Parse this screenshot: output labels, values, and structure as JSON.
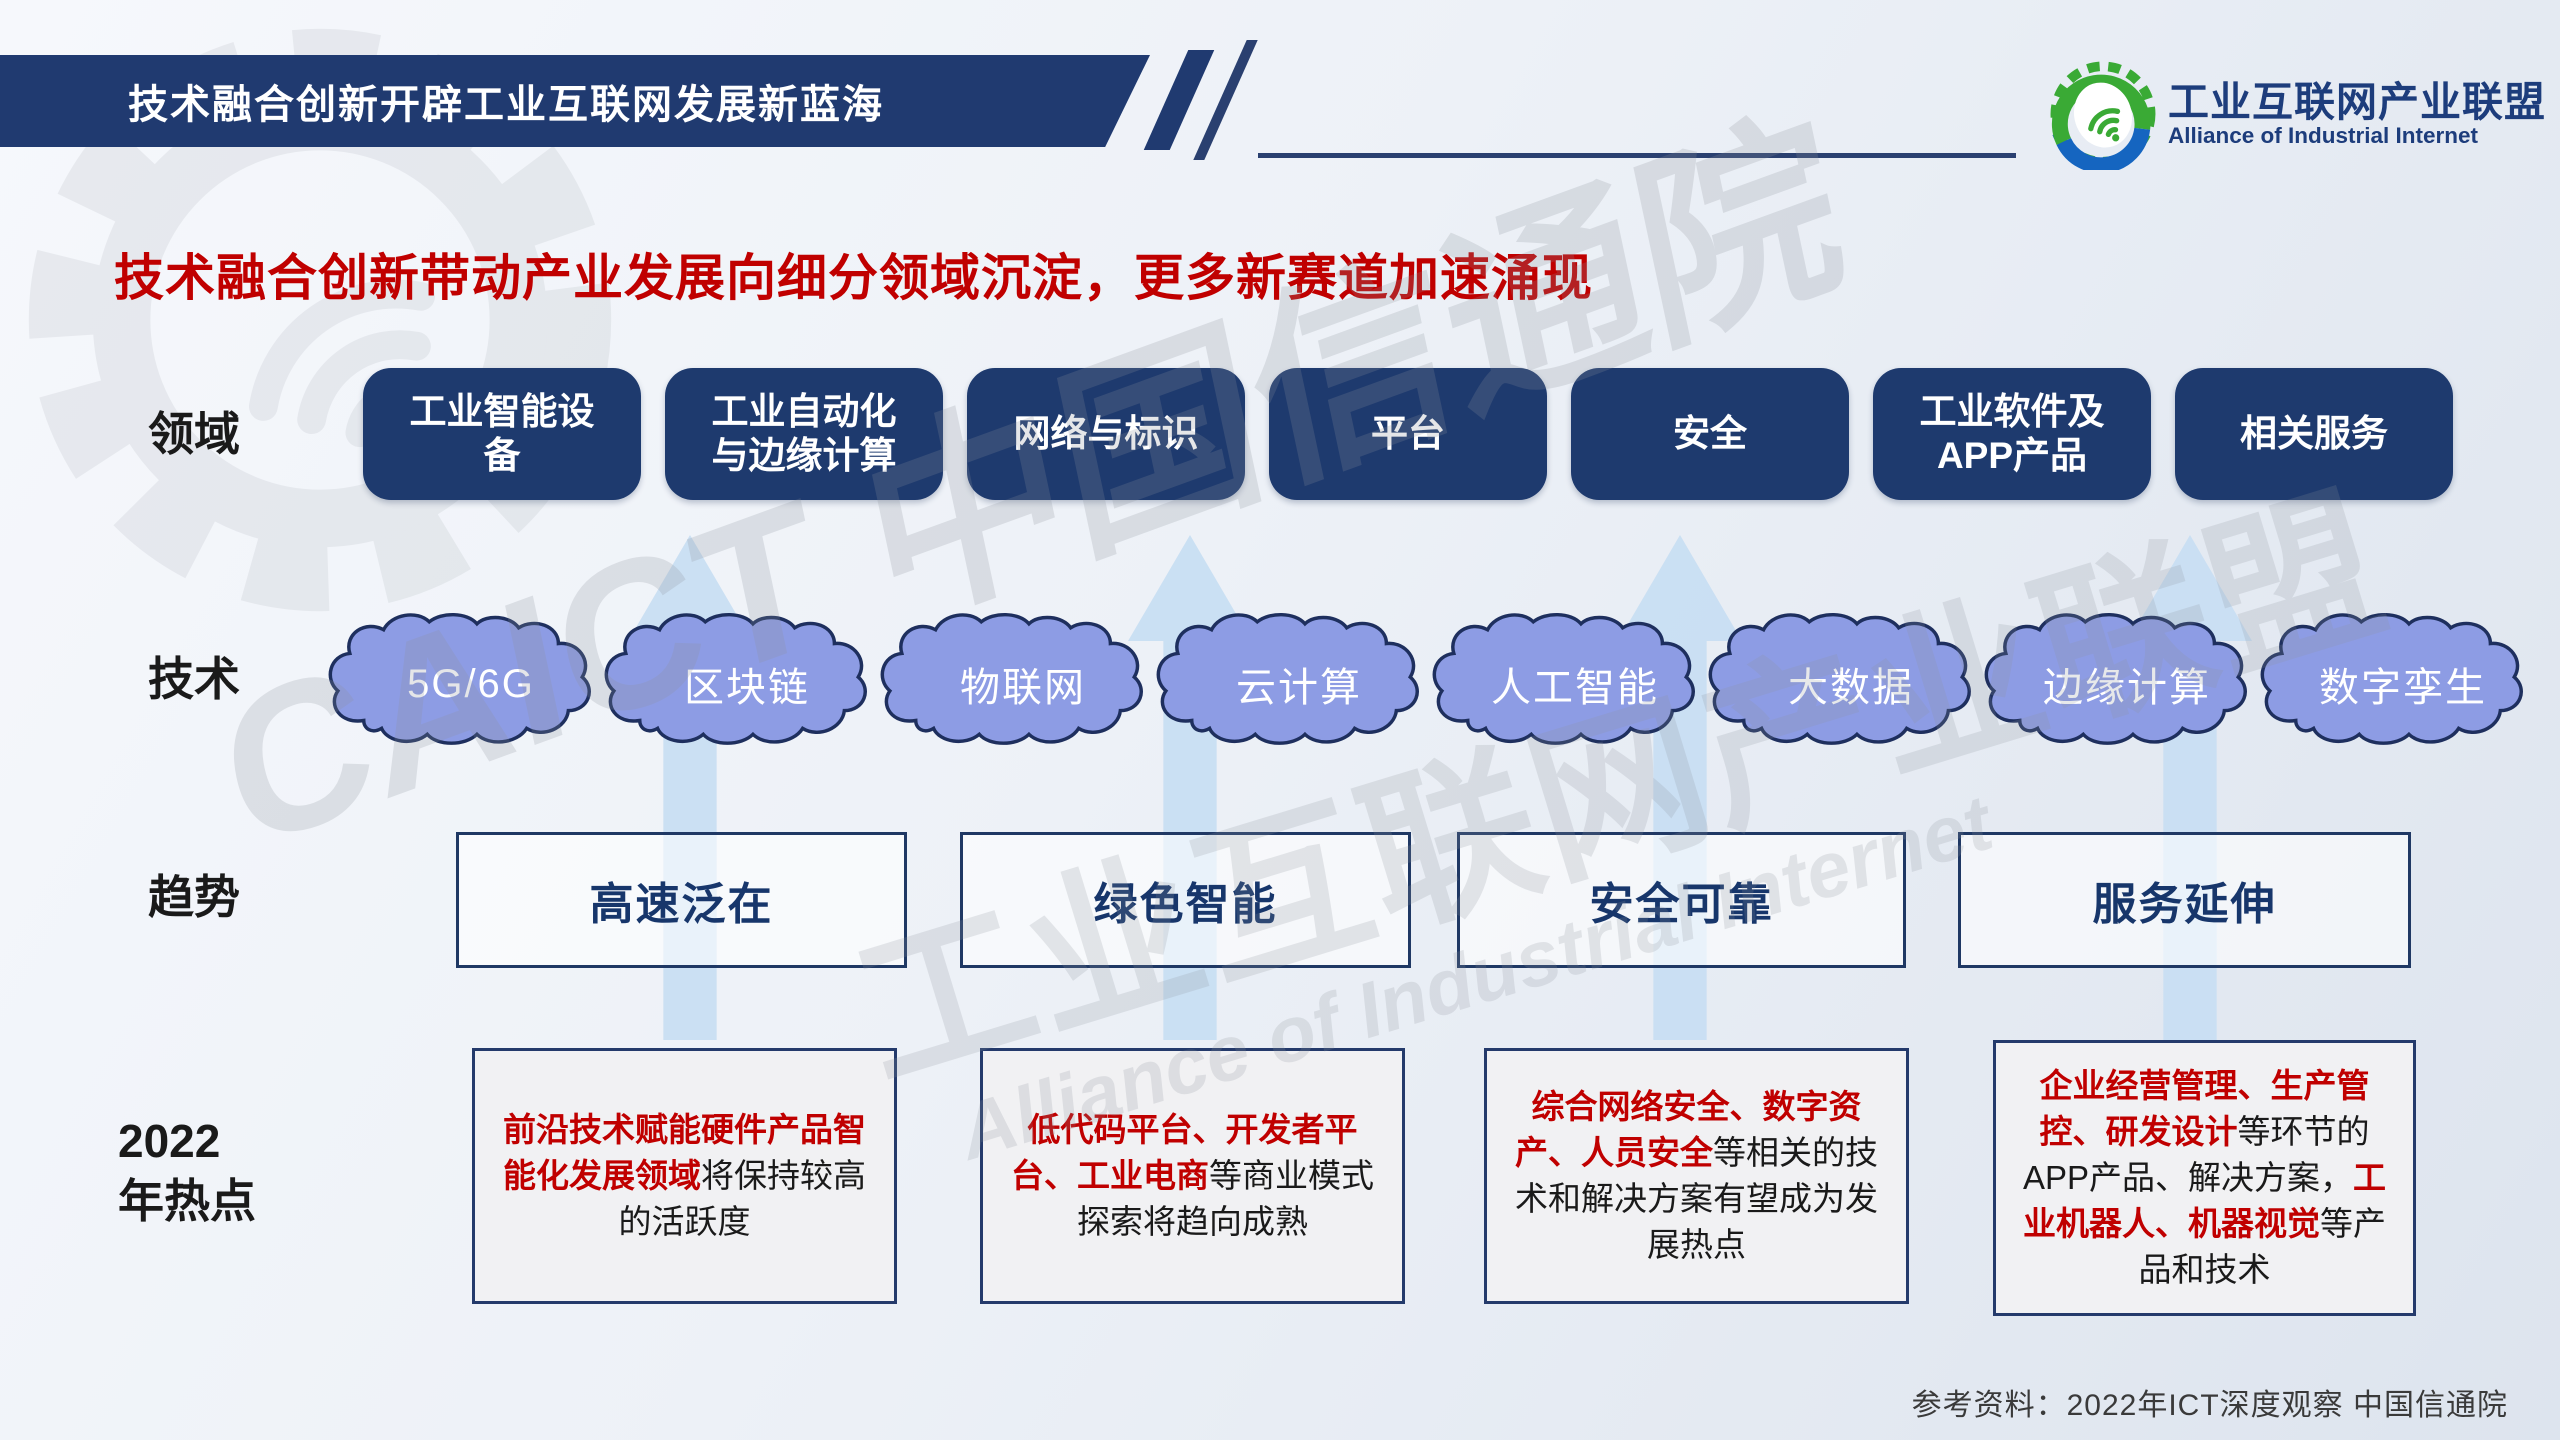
{
  "header": {
    "banner_title": "技术融合创新开辟工业互联网发展新蓝海"
  },
  "logo": {
    "zh": "工业互联网产业联盟",
    "en": "Alliance of Industrial Internet"
  },
  "subtitle": "技术融合创新带动产业发展向细分领域沉淀，更多新赛道加速涌现",
  "rows": {
    "field": {
      "label": "领域",
      "items": [
        "工业智能设\n备",
        "工业自动化\n与边缘计算",
        "网络与标识",
        "平台",
        "安全",
        "工业软件及\nAPP产品",
        "相关服务"
      ]
    },
    "tech": {
      "label": "技术",
      "items": [
        "5G/6G",
        "区块链",
        "物联网",
        "云计算",
        "人工智能",
        "大数据",
        "边缘计算",
        "数字孪生"
      ]
    },
    "trend": {
      "label": "趋势",
      "items": [
        "高速泛在",
        "绿色智能",
        "安全可靠",
        "服务延伸"
      ]
    },
    "hotspot": {
      "label": "2022\n年热点",
      "items": [
        {
          "segments": [
            {
              "text": "前沿技术赋能硬件产品智能化发展领域",
              "em": true
            },
            {
              "text": "将保持较高的活跃度",
              "em": false
            }
          ]
        },
        {
          "segments": [
            {
              "text": "低代码平台、开发者平台、工业电商",
              "em": true
            },
            {
              "text": "等商业模式探索将趋向成熟",
              "em": false
            }
          ]
        },
        {
          "segments": [
            {
              "text": "综合网络安全、数字资产、人员安全",
              "em": true
            },
            {
              "text": "等相关的技术和解决方案有望成为发展热点",
              "em": false
            }
          ]
        },
        {
          "segments": [
            {
              "text": "企业经营管理、生产管控、研发设计",
              "em": true
            },
            {
              "text": "等环节的APP产品、解决方案，",
              "em": false
            },
            {
              "text": "工业机器人、机器视觉",
              "em": true
            },
            {
              "text": "等产品和技术",
              "em": false
            }
          ]
        }
      ]
    }
  },
  "watermarks": {
    "caict": "CAICT 中国信通院",
    "alliance_zh": "工业互联网产业联盟",
    "alliance_en": "Alliance of Industrial Internet"
  },
  "footer": "参考资料：2022年ICT深度观察 中国信通院",
  "colors": {
    "navy": "#1e3a6e",
    "banner_navy": "#203a70",
    "red_accent": "#c00000",
    "cloud_fill": "#8d9ce4",
    "cloud_stroke": "#1e2f5e",
    "arrow_blue": "#c8def2",
    "hotspot_bg": "#f1f1f3",
    "logo_green": "#3aaa35",
    "logo_blue": "#1565c0",
    "logo_text_blue": "#1d3d7c"
  }
}
